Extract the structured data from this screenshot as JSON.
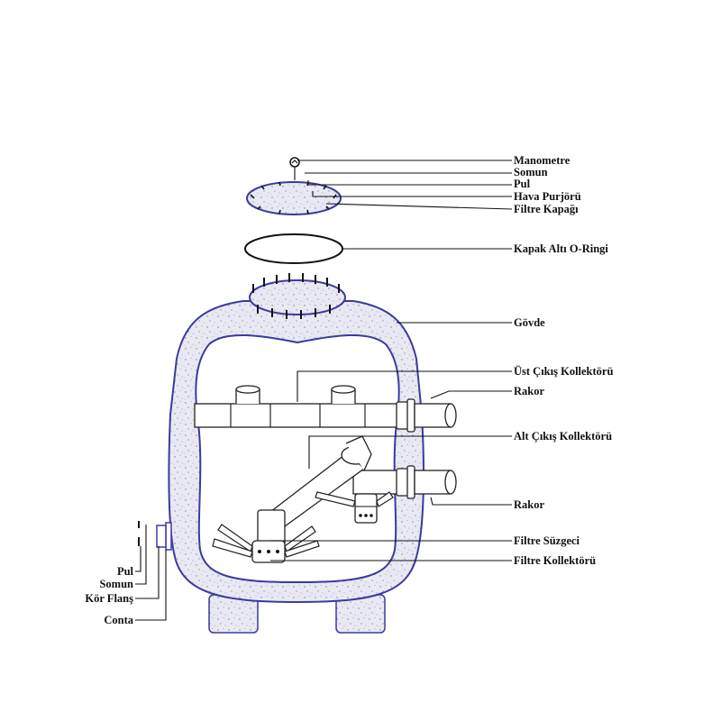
{
  "colors": {
    "tank_outline": "#3a3aa0",
    "tank_fill": "#e4e4f0",
    "stroke": "#111111"
  },
  "labels": {
    "manometre": "Manometre",
    "somun_top": "Somun",
    "pul_top": "Pul",
    "hava_purjoru": "Hava Purjörü",
    "filtre_kapagi": "Filtre Kapağı",
    "kapak_alti_oringi": "Kapak Altı O-Ringi",
    "govde": "Gövde",
    "ust_cikis_kollektoru": "Üst Çıkış Kollektörü",
    "rakor_top": "Rakor",
    "alt_cikis_kollektoru": "Alt Çıkış Kollektörü",
    "rakor_bottom": "Rakor",
    "filtre_suzgeci": "Filtre Süzgeci",
    "filtre_kollektoru": "Filtre Kollektörü",
    "pul_left": "Pul",
    "somun_left": "Somun",
    "kor_flans": "Kör Flanş",
    "conta": "Conta"
  }
}
